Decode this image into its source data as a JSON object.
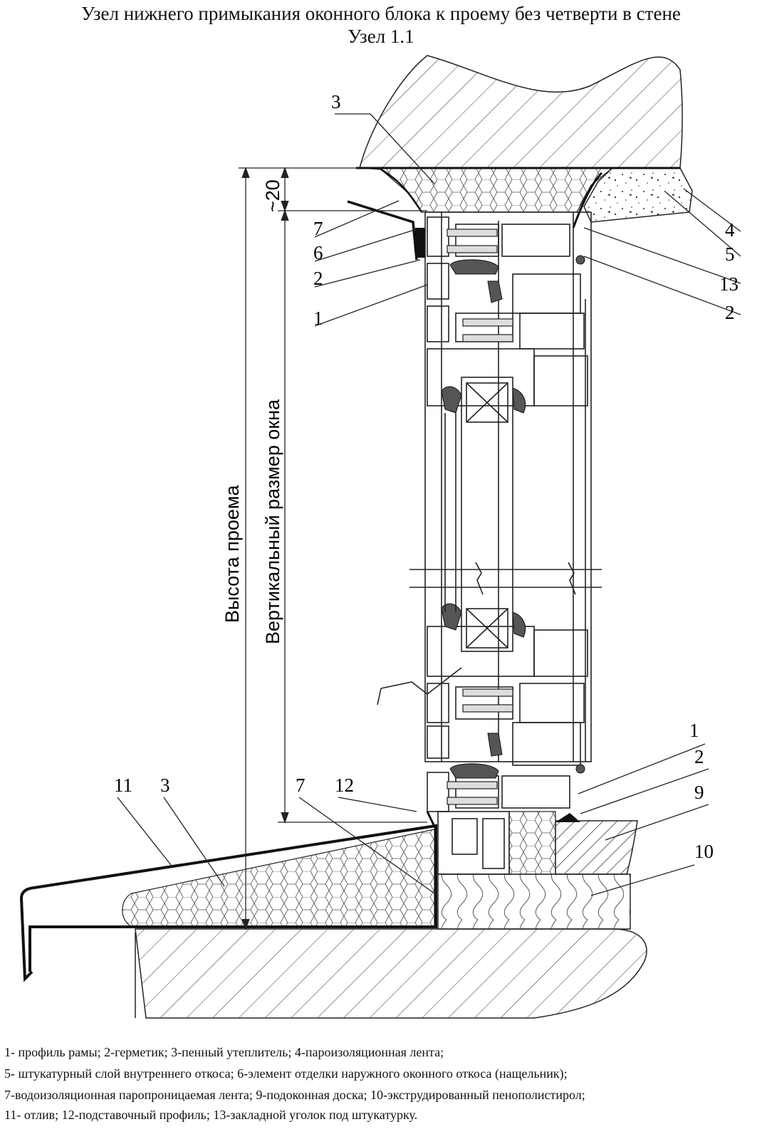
{
  "title": {
    "line1": "Узел нижнего примыкания оконного блока к проему без четверти в стене",
    "line2": "Узел 1.1"
  },
  "dimensions": {
    "gap": "~20",
    "window_height": "Вертикальный размер окна",
    "opening_height": "Высота проема"
  },
  "callouts": {
    "c3_top": "3",
    "c7_top": "7",
    "c6": "6",
    "c2_left": "2",
    "c1_top": "1",
    "c4": "4",
    "c5": "5",
    "c13": "13",
    "c2_right": "2",
    "c1_bottom": "1",
    "c2_bottom": "2",
    "c9": "9",
    "c10": "10",
    "c11": "11",
    "c3_bottom": "3",
    "c7_bottom": "7",
    "c12": "12"
  },
  "legend": {
    "line1": "1-  профиль рамы; 2-герметик; 3-пенный утеплитель; 4-пароизоляционная лента;",
    "line2": "5- штукатурный слой внутреннего откоса; 6-элемент отделки наружного оконного откоса (нащельник);",
    "line3": "7-водоизоляционная паропроницаемая лента; 9-подоконная доска; 10-экструдированный пенополистирол;",
    "line4": "11- отлив; 12-подставочный профиль; 13-закладной уголок под штукатурку."
  }
}
